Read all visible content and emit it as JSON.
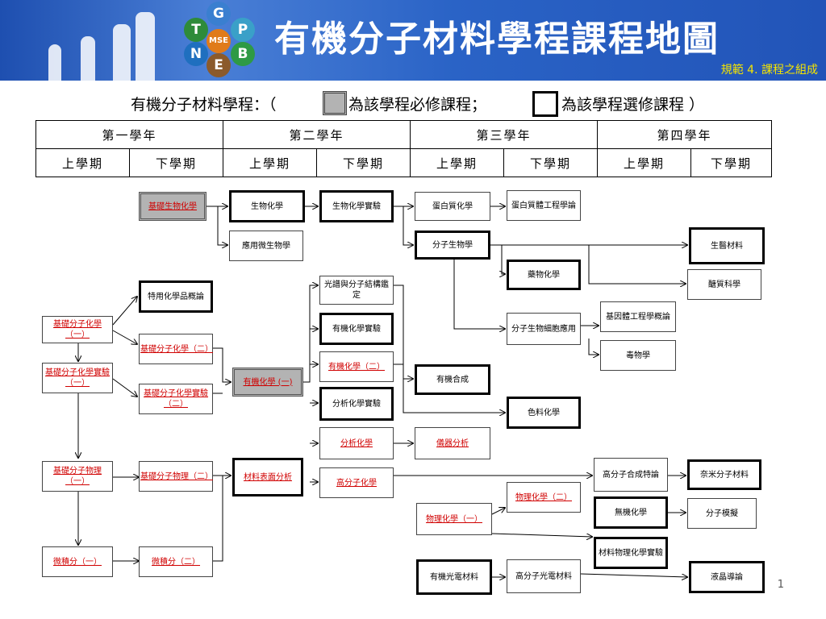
{
  "header": {
    "title": "有機分子材料學程課程地圖",
    "subtitle": "規範 4. 課程之組成",
    "logo": {
      "letters": [
        "G",
        "T",
        "P",
        "MSE",
        "N",
        "B",
        "E"
      ]
    }
  },
  "legend": {
    "prefix": "有機分子材料學程：（",
    "required": "為該學程必修課程；",
    "elective": "為該學程選修課程 ）"
  },
  "table": {
    "years": [
      "第一學年",
      "第二學年",
      "第三學年",
      "第四學年"
    ],
    "semesters": [
      "上學期",
      "下學期",
      "上學期",
      "下學期",
      "上學期",
      "下學期",
      "上學期",
      "下學期"
    ]
  },
  "courses": {
    "c1": "基礎生物化學",
    "c2": "生物化學",
    "c3": "生物化學實驗",
    "c4": "蛋白質化學",
    "c5": "蛋白質體工程學論",
    "c6": "應用微生物學",
    "c7": "分子生物學",
    "c8": "生醫材料",
    "c9": "藥物化學",
    "c10": "醣質科學",
    "c11": "特用化學品概論",
    "c12": "光譜與分子結構鑑定",
    "c13": "基因體工程學概論",
    "c14": "基礎分子化學（一）",
    "c15": "有機化學實驗",
    "c16": "分子生物細胞應用",
    "c17": "基礎分子化學（二）",
    "c18": "毒物學",
    "c19": "有機化學（二）",
    "c20": "基礎分子化學實驗（一）",
    "c21": "有機化學 (一)",
    "c22": "有機合成",
    "c23": "基礎分子化學實驗（二）",
    "c24": "分析化學實驗",
    "c25": "色料化學",
    "c26": "分析化學",
    "c27": "儀器分析",
    "c28": "基礎分子物理（一）",
    "c29": "基礎分子物理（二）",
    "c30": "材料表面分析",
    "c31": "高分子化學",
    "c32": "高分子合成特論",
    "c33": "奈米分子材料",
    "c34": "物理化學（二）",
    "c35": "物理化學（一）",
    "c36": "無機化學",
    "c37": "分子模擬",
    "c38": "材料物理化學實驗",
    "c39": "微積分（一）",
    "c40": "微積分（二）",
    "c41": "有機光電材料",
    "c42": "高分子光電材料",
    "c43": "液晶導論"
  },
  "page_number": "1"
}
